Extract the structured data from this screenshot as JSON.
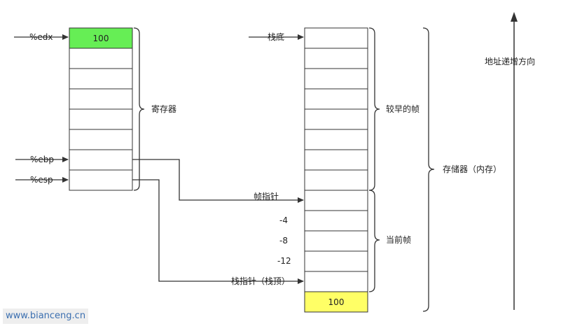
{
  "registers": {
    "edx_label": "%edx",
    "ebp_label": "%ebp",
    "esp_label": "%esp",
    "edx_value": "100",
    "group_label": "寄存器"
  },
  "memory": {
    "stack_bottom_label": "栈底",
    "earlier_frames_label": "较早的帧",
    "current_frame_label": "当前帧",
    "memory_label": "存储器（内存）",
    "frame_pointer_label": "帧指针",
    "stack_pointer_label": "栈指针（栈顶）",
    "offset_minus_4": "-4",
    "offset_minus_8": "-8",
    "offset_minus_12": "-12",
    "top_value": "100"
  },
  "address_axis": {
    "label": "地址递增方向"
  },
  "watermark": "www.bianceng.cn",
  "colors": {
    "edx_cell": "#66ee55",
    "top_cell": "#ffff66",
    "line": "#333333"
  }
}
